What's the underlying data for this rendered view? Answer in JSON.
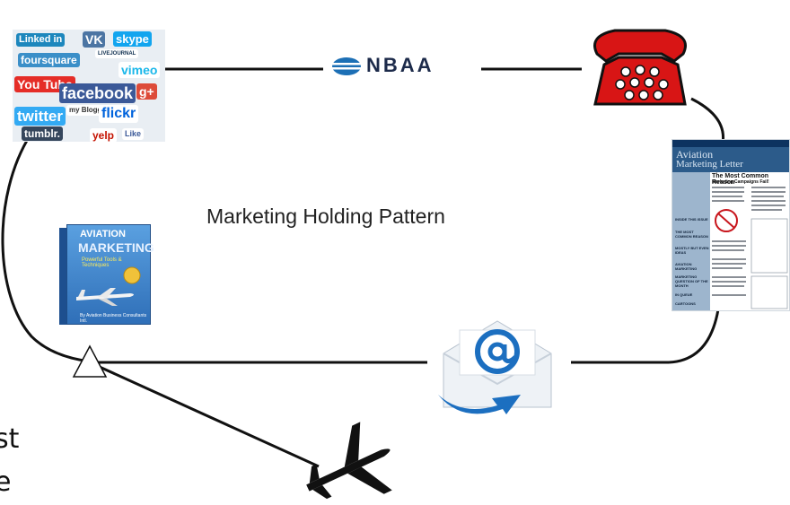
{
  "diagram": {
    "title": "Marketing Holding Pattern",
    "brand_logo": "NBAA",
    "edge_text_lines": [
      "st",
      "e"
    ],
    "colors": {
      "line": "#111111",
      "phone_red": "#d81515",
      "nbaa_blue": "#1c6fb5",
      "email_blue": "#1c6fc0"
    }
  },
  "social_collage": {
    "tiles": [
      "Linked in",
      "VK",
      "skype",
      "LIVEJOURNAL",
      "foursquare",
      "vimeo",
      "You Tube",
      "facebook",
      "g+",
      "my Blogger",
      "twitter",
      "flickr",
      "tumblr.",
      "yelp",
      "Like"
    ]
  },
  "book": {
    "title_line1": "AVIATION",
    "title_line2": "MARKETING",
    "subtitle": "Powerful Tools & Techniques",
    "footer": "By Aviation Business Consultants Intl."
  },
  "newsletter": {
    "masthead_line1": "Aviation",
    "masthead_line2": "Marketing Letter",
    "headline": "The Most Common Reason",
    "subheadline": "Marketing Campaigns Fail!",
    "sidebar_items": [
      "INSIDE THIS ISSUE",
      "THE MOST COMMON REASON",
      "MOSTLY BUT EVEN IDEAS",
      "AVIATION MARKETING",
      "MARKETING QUESTION OF THE MONTH",
      "IN QUEUE",
      "CARTOONS"
    ]
  },
  "icons": [
    "social-media-icon",
    "nbaa-logo-icon",
    "telephone-icon",
    "newsletter-icon",
    "email-icon",
    "book-icon",
    "airplane-icon",
    "triangle-marker-icon"
  ]
}
